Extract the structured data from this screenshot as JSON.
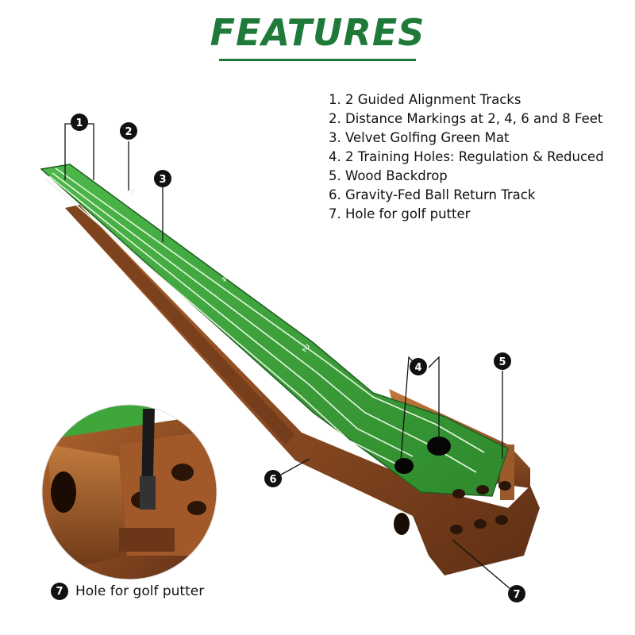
{
  "header": {
    "title": "FEATURES"
  },
  "features": [
    "1. 2 Guided Alignment Tracks",
    "2. Distance Markings at 2, 4, 6 and 8 Feet",
    "3. Velvet Golfing Green Mat",
    "4. 2 Training Holes: Regulation & Reduced",
    "5. Wood Backdrop",
    "6. Gravity-Fed Ball Return Track",
    "7. Hole for golf putter"
  ],
  "callouts": {
    "c1": "1",
    "c2": "2",
    "c3": "3",
    "c4": "4",
    "c5": "5",
    "c6": "6",
    "c7": "7"
  },
  "mat_markings": {
    "m2": "2",
    "m4": "4",
    "m6": "6"
  },
  "inset": {
    "badge": "7",
    "caption": "Hole for golf putter"
  },
  "colors": {
    "title_green": "#1f7a3a",
    "mat_green": "#3fa63a",
    "wood": "#8a4a22"
  }
}
